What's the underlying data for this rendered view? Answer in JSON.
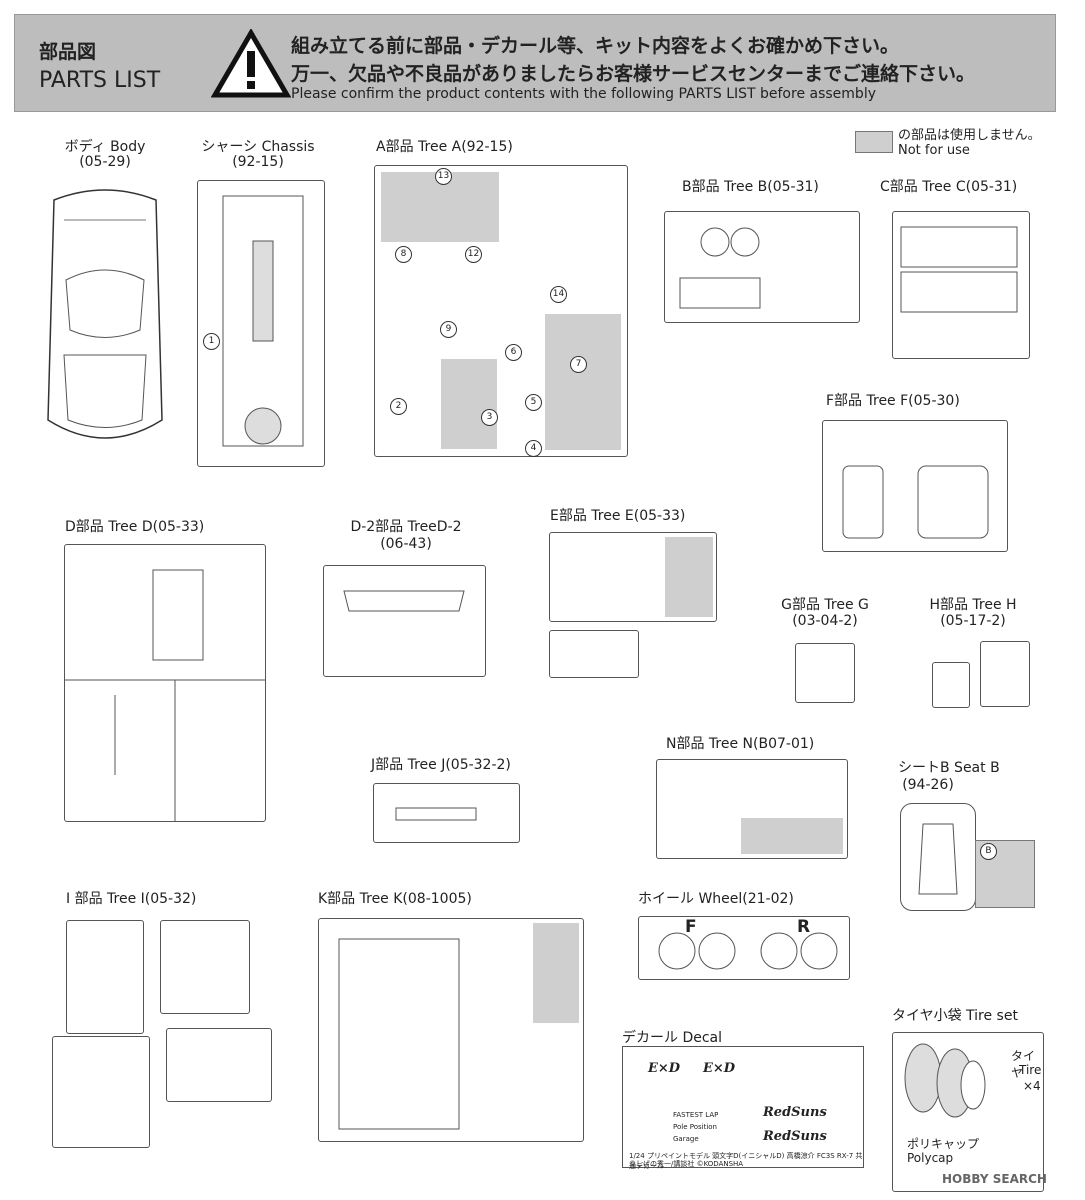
{
  "header": {
    "title_jp": "部品図",
    "title_en": "PARTS LIST",
    "notice_line1": "組み立てる前に部品・デカール等、キット内容をよくお確かめ下さい。",
    "notice_line2": "万一、欠品や不良品がありましたらお客様サービスセンターまでご連絡下さい。",
    "notice_line3": "Please confirm the product contents with the following PARTS LIST before assembly"
  },
  "legend": {
    "line1": "の部品は使用しません。",
    "line2": "Not for use"
  },
  "trees": {
    "body": {
      "name": "ボディ Body",
      "code": "(05-29)"
    },
    "chassis": {
      "name": "シャーシ Chassis",
      "code": "(92-15)"
    },
    "a": {
      "name": "A部品 Tree A(92-15)"
    },
    "b": {
      "name": "B部品 Tree B(05-31)"
    },
    "c": {
      "name": "C部品 Tree C(05-31)"
    },
    "f": {
      "name": "F部品 Tree F(05-30)"
    },
    "d": {
      "name": "D部品 Tree D(05-33)"
    },
    "d2": {
      "name": "D-2部品 TreeD-2",
      "code": "(06-43)"
    },
    "e": {
      "name": "E部品 Tree E(05-33)"
    },
    "g": {
      "name": "G部品 Tree G",
      "code": "(03-04-2)"
    },
    "h": {
      "name": "H部品 Tree H",
      "code": "(05-17-2)"
    },
    "n": {
      "name": "N部品 Tree N(B07-01)"
    },
    "j": {
      "name": "J部品 Tree J(05-32-2)"
    },
    "seatb": {
      "name": "シートB Seat B",
      "code": "(94-26)"
    },
    "i": {
      "name": "I 部品 Tree I(05-32)"
    },
    "k": {
      "name": "K部品 Tree K(08-1005)"
    },
    "wheel": {
      "name": "ホイール Wheel(21-02)"
    },
    "tire": {
      "name": "タイヤ小袋 Tire set"
    },
    "decal": {
      "name": "デカール Decal"
    }
  },
  "wheel_marks": {
    "front": "F",
    "rear": "R"
  },
  "seat_mark": "B",
  "tire_set": {
    "tire_jp": "タイヤ",
    "tire_en": "Tire",
    "tire_qty": "×4",
    "polycap_jp": "ポリキャップ",
    "polycap_en": "Polycap"
  },
  "decal_texts": {
    "logo1": "E×D",
    "logo2": "RedSuns",
    "fastest": "FASTEST LAP",
    "pole": "Pole Position",
    "garage": "Garage",
    "footer1": "1/24 プリペイントモデル 頭文字D(イニシャルD) 高橋涼介 FC3S RX-7 共通デカール",
    "footer2": "©しげの秀一/講談社 ©KODANSHA"
  },
  "watermark": "HOBBY SEARCH"
}
